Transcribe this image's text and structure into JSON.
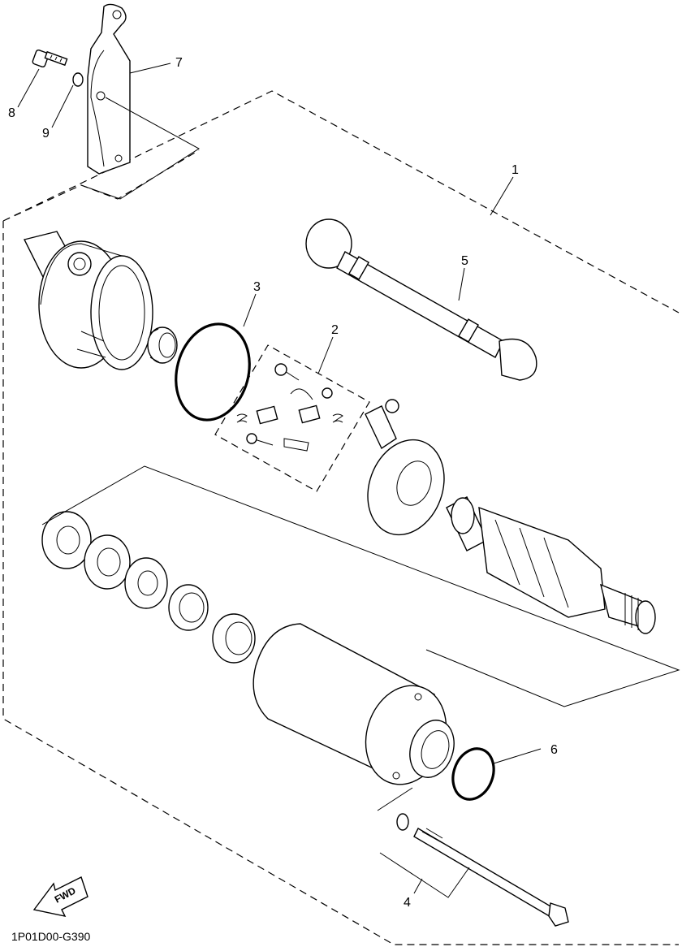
{
  "diagram": {
    "callouts": [
      {
        "id": "1",
        "label": "1"
      },
      {
        "id": "2",
        "label": "2"
      },
      {
        "id": "3",
        "label": "3"
      },
      {
        "id": "4",
        "label": "4"
      },
      {
        "id": "5",
        "label": "5"
      },
      {
        "id": "6",
        "label": "6"
      },
      {
        "id": "7",
        "label": "7"
      },
      {
        "id": "8",
        "label": "8"
      },
      {
        "id": "9",
        "label": "9"
      }
    ],
    "fwd_label": "FWD",
    "drawing_code": "1P01D00-G390"
  }
}
